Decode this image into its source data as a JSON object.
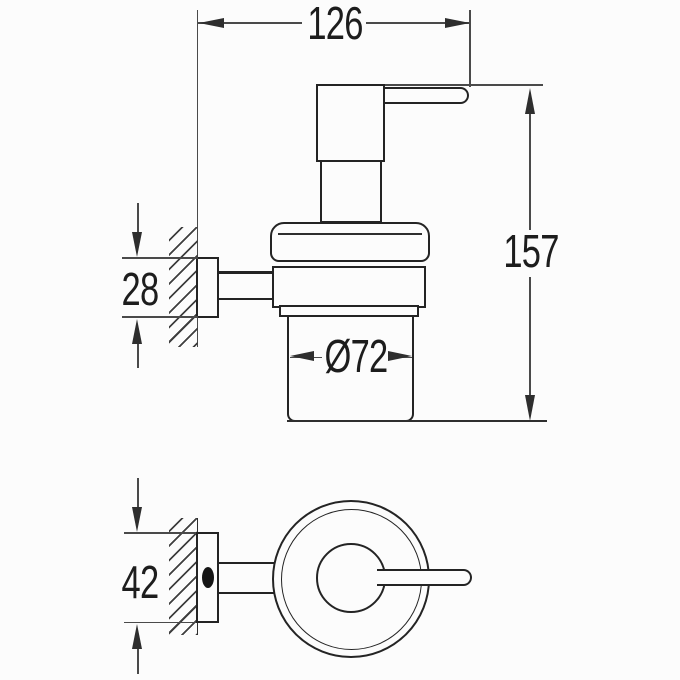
{
  "drawing": {
    "background": "#fcfcfc",
    "outline_color": "#242424",
    "dimension_line_color": "#4a4a4a",
    "text_color": "#1d1d1d",
    "dimensions": {
      "overall_width": "126",
      "overall_height": "157",
      "bracket_height": "28",
      "glass_diameter": "Ø72",
      "bracket_depth": "42"
    }
  }
}
